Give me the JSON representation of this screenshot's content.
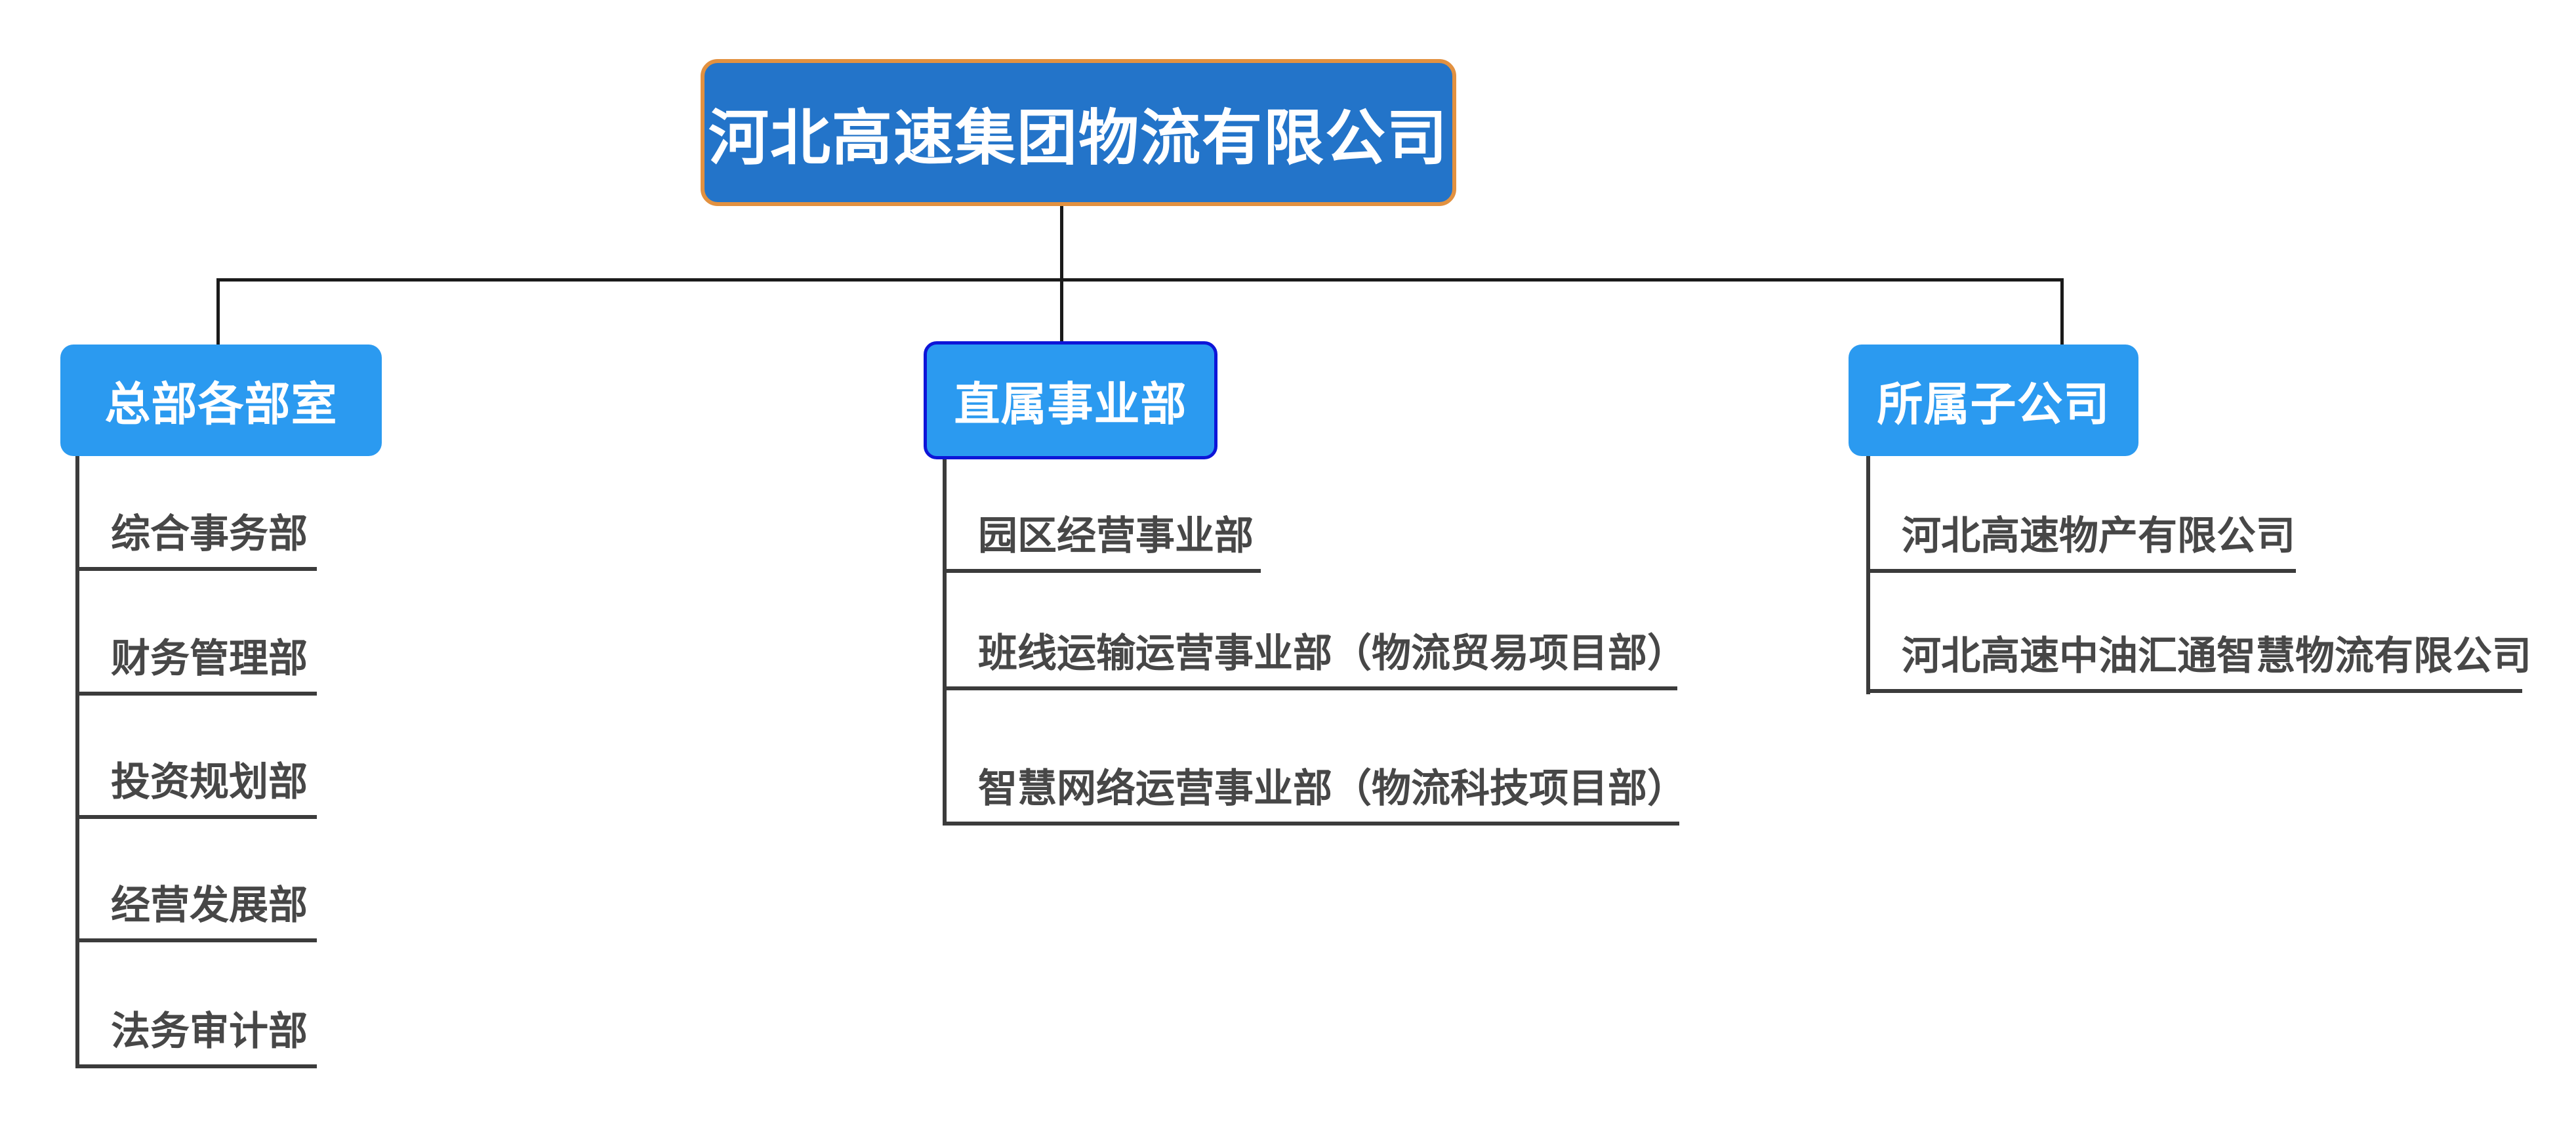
{
  "diagram": {
    "type": "org-chart",
    "background": "#ffffff"
  },
  "root": {
    "label": "河北高速集团物流有限公司",
    "fill": "#2374c9",
    "border_color": "#e29140",
    "text_color": "#ffffff"
  },
  "branches": [
    {
      "label": "总部各部室",
      "fill": "#2b9af0",
      "text_color": "#ffffff",
      "selected": false,
      "children": [
        "综合事务部",
        "财务管理部",
        "投资规划部",
        "经营发展部",
        "法务审计部"
      ]
    },
    {
      "label": "直属事业部",
      "fill": "#2b9af0",
      "text_color": "#ffffff",
      "selected": true,
      "selection_border_color": "#0d15d8",
      "children": [
        "园区经营事业部",
        "班线运输运营事业部（物流贸易项目部）",
        "智慧网络运营事业部（物流科技项目部）"
      ]
    },
    {
      "label": "所属子公司",
      "fill": "#2b9af0",
      "text_color": "#ffffff",
      "selected": false,
      "children": [
        "河北高速物产有限公司",
        "河北高速中油汇通智慧物流有限公司"
      ]
    }
  ],
  "colors": {
    "root_fill": "#2374c9",
    "root_border": "#e29140",
    "branch_fill": "#2b9af0",
    "selection_border": "#0d15d8",
    "connector_line": "#1a1a1a",
    "leaf_line": "#3b3b3b",
    "leaf_text": "#474747"
  }
}
